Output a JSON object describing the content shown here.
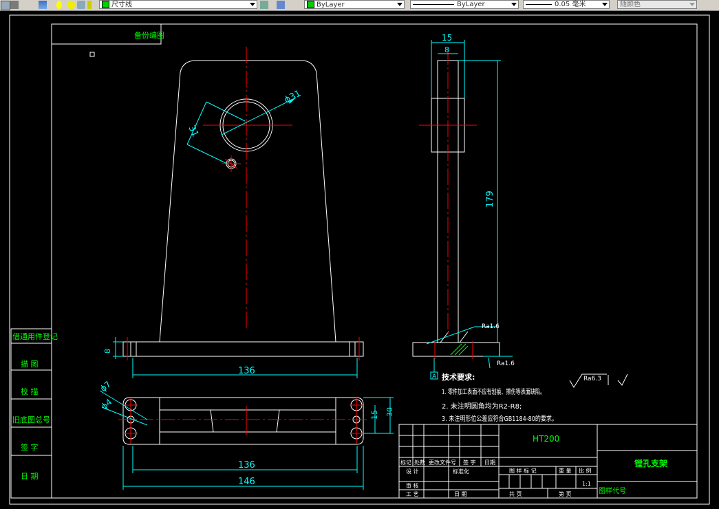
{
  "toolbar": {
    "layer_name": "尺寸线",
    "color": "ByLayer",
    "linetype": "ByLayer",
    "lineweight": "0.05 毫米",
    "plotstyle": "随颜色"
  },
  "drawing": {
    "corner_label": "备份编图",
    "dims": {
      "d31": "ϕ31",
      "d31b": "31",
      "d15": "15",
      "d8": "8",
      "d8_left": "8",
      "d179": "179",
      "d136_top": "136",
      "d136_bottom": "136",
      "d146": "146",
      "d7": "ϕ7",
      "d4": "ϕ4",
      "d15_side": "15",
      "d30": "30",
      "ra16_a": "Ra1.6",
      "ra16_b": "Ra1.6",
      "ra63": "Ra6.3"
    },
    "datum": "A",
    "notes": [
      "技术要求:",
      "1. 零件加工表面不应有划痕、擦伤等表面缺陷。",
      "2. 未注明圆角均为R2-R8;",
      "3. 未注明形位公差应符合GB1184-80的要求。"
    ],
    "side_labels": [
      "借通用件登记",
      "描 图",
      "校 描",
      "旧底图总号",
      "签 字",
      "日 期"
    ],
    "title_block": {
      "material": "HT200",
      "part_name": "镗孔支架",
      "drawing_code": "图样代号",
      "row_labels_a": [
        "标记",
        "处数",
        "更改文件号",
        "签 字",
        "日期"
      ],
      "designer": "设 计",
      "standardize": "标准化",
      "check": "审 核",
      "process": "工 艺",
      "date": "日 期",
      "stage_mark": "图 样 标 记",
      "weight": "重 量",
      "scale": "比 例",
      "scale_value": "1:1",
      "sheets_total": "共 页",
      "sheet_no": "第 页"
    }
  }
}
